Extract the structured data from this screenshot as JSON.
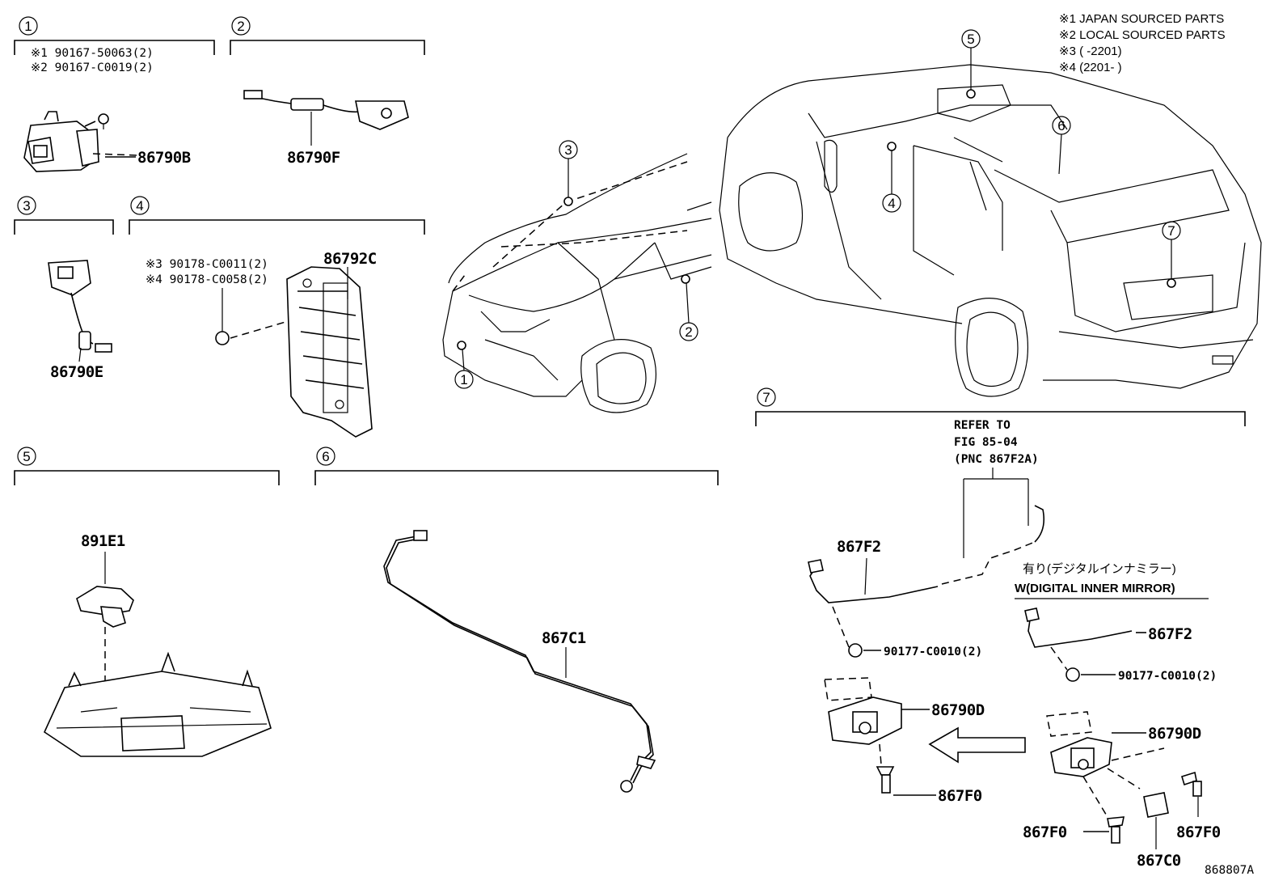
{
  "legend": [
    "※1 JAPAN SOURCED PARTS",
    "※2 LOCAL SOURCED PARTS",
    "※3 (      -2201)",
    "※4 (2201-      )"
  ],
  "sections": [
    {
      "num": "1",
      "notes": [
        "※1 90167-50063(2)",
        "※2 90167-C0019(2)"
      ],
      "parts": [
        "86790B"
      ]
    },
    {
      "num": "2",
      "parts": [
        "86790F"
      ]
    },
    {
      "num": "3",
      "parts": [
        "86790E"
      ]
    },
    {
      "num": "4",
      "notes": [
        "※3 90178-C0011(2)",
        "※4 90178-C0058(2)"
      ],
      "parts": [
        "86792C"
      ]
    },
    {
      "num": "5",
      "parts": [
        "891E1"
      ]
    },
    {
      "num": "6",
      "parts": [
        "867C1"
      ]
    },
    {
      "num": "7",
      "parts": [
        "867F2",
        "90177-C0010(2)",
        "86790D",
        "867F0",
        "867F2",
        "90177-C0010(2)",
        "86790D",
        "867F0",
        "867F0",
        "867C0"
      ]
    }
  ],
  "refer": [
    "REFER TO",
    "FIG 85-04",
    "(PNC 867F2A)"
  ],
  "variant": [
    "有り(デジタルインナミラー)",
    "W(DIGITAL INNER MIRROR)"
  ],
  "callouts": [
    "1",
    "2",
    "3",
    "4",
    "5",
    "6",
    "7"
  ],
  "illustration_id": "868807A"
}
